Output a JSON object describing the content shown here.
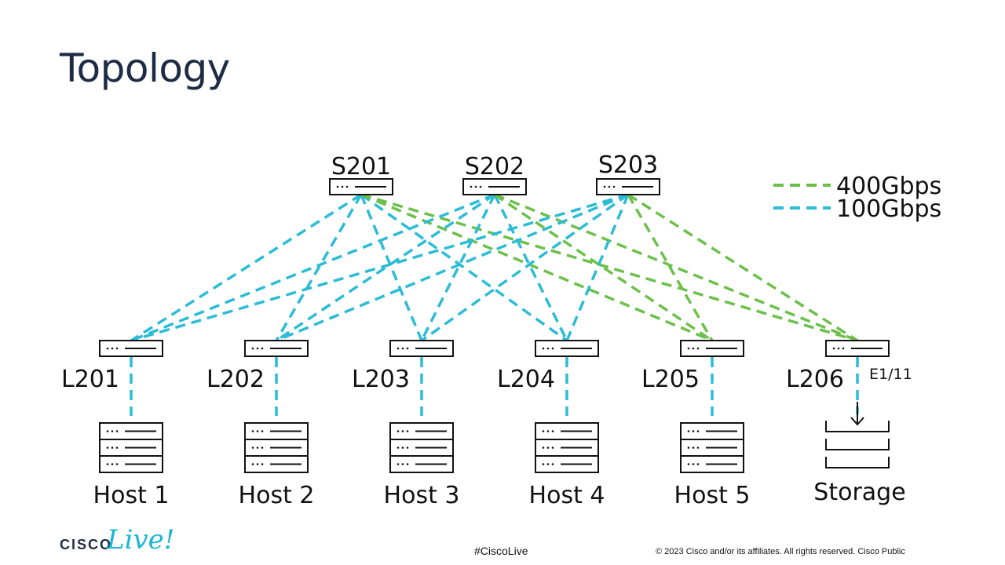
{
  "title": "Topology",
  "spines": [
    {
      "label": "S201"
    },
    {
      "label": "S202"
    },
    {
      "label": "S203"
    }
  ],
  "leaves": [
    {
      "label": "L201"
    },
    {
      "label": "L202"
    },
    {
      "label": "L203"
    },
    {
      "label": "L204"
    },
    {
      "label": "L205"
    },
    {
      "label": "L206"
    }
  ],
  "endpoints": [
    {
      "label": "Host 1"
    },
    {
      "label": "Host 2"
    },
    {
      "label": "Host 3"
    },
    {
      "label": "Host 4"
    },
    {
      "label": "Host 5"
    },
    {
      "label": "Storage"
    }
  ],
  "port_label": "E1/11",
  "legend": [
    {
      "label": "400Gbps",
      "color": "#6cc04a"
    },
    {
      "label": "100Gbps",
      "color": "#2bbcd6"
    }
  ],
  "links": [
    {
      "from": "S201",
      "to": "L201",
      "speed": "100Gbps"
    },
    {
      "from": "S201",
      "to": "L202",
      "speed": "100Gbps"
    },
    {
      "from": "S201",
      "to": "L203",
      "speed": "100Gbps"
    },
    {
      "from": "S201",
      "to": "L204",
      "speed": "100Gbps"
    },
    {
      "from": "S201",
      "to": "L205",
      "speed": "400Gbps"
    },
    {
      "from": "S201",
      "to": "L206",
      "speed": "400Gbps"
    },
    {
      "from": "S202",
      "to": "L201",
      "speed": "100Gbps"
    },
    {
      "from": "S202",
      "to": "L202",
      "speed": "100Gbps"
    },
    {
      "from": "S202",
      "to": "L203",
      "speed": "100Gbps"
    },
    {
      "from": "S202",
      "to": "L204",
      "speed": "100Gbps"
    },
    {
      "from": "S202",
      "to": "L205",
      "speed": "400Gbps"
    },
    {
      "from": "S202",
      "to": "L206",
      "speed": "400Gbps"
    },
    {
      "from": "S203",
      "to": "L201",
      "speed": "100Gbps"
    },
    {
      "from": "S203",
      "to": "L202",
      "speed": "100Gbps"
    },
    {
      "from": "S203",
      "to": "L203",
      "speed": "100Gbps"
    },
    {
      "from": "S203",
      "to": "L204",
      "speed": "100Gbps"
    },
    {
      "from": "S203",
      "to": "L205",
      "speed": "400Gbps"
    },
    {
      "from": "S203",
      "to": "L206",
      "speed": "400Gbps"
    }
  ],
  "footer": {
    "hashtag": "#CiscoLive",
    "copyright": "© 2023  Cisco and/or its affiliates. All rights reserved.   Cisco Public",
    "logo_cisco": "CISCO",
    "logo_live": "Live!"
  }
}
